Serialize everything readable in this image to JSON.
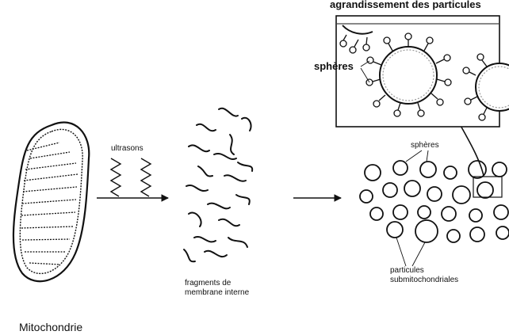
{
  "zoom_title": "agrandissement des particules",
  "labels": {
    "spheres_bold": "sphères",
    "ultrasons": "ultrasons",
    "spheres_small": "sphères",
    "fragments_line1": "fragments de",
    "fragments_line2": "membrane interne",
    "particules_line1": "particules",
    "particules_line2": "submitochondriales",
    "mitochondrie": "Mitochondrie"
  }
}
